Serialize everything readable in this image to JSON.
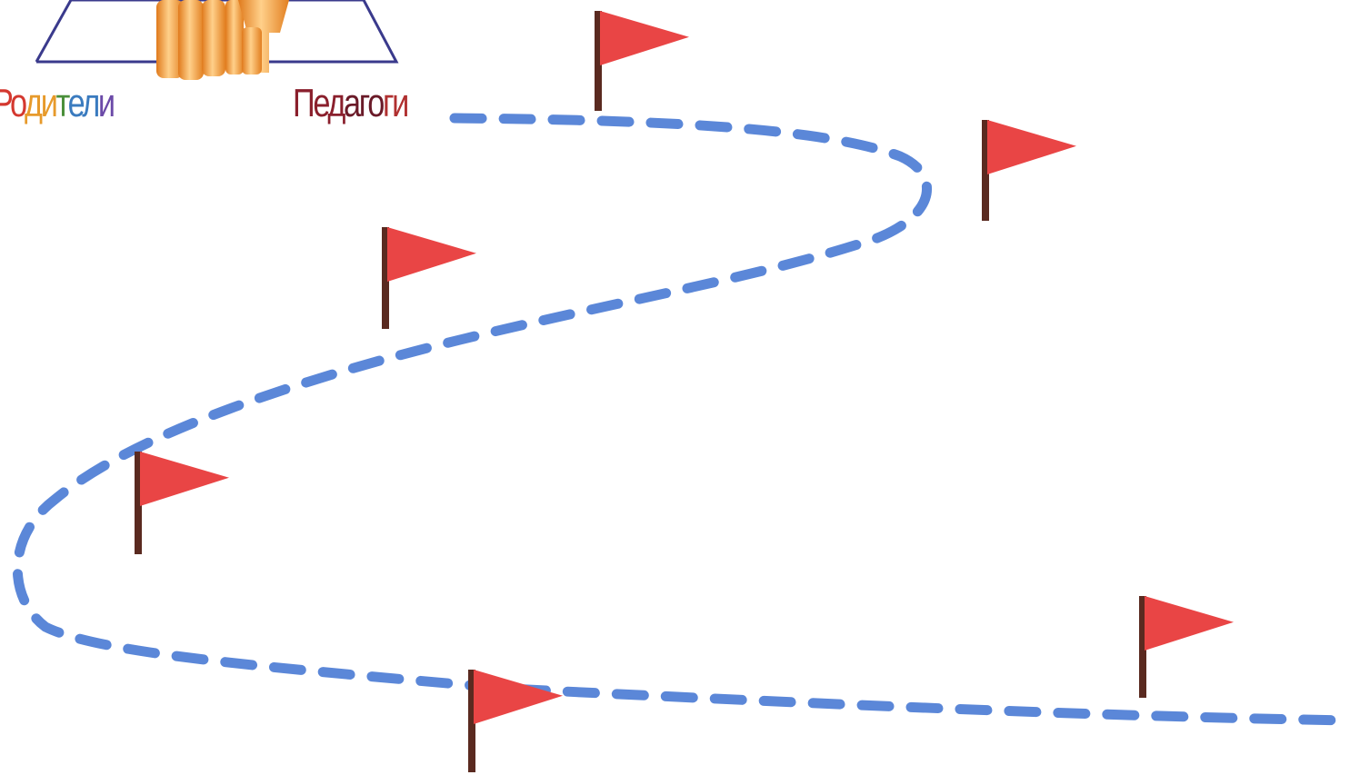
{
  "labels": {
    "parents": "Родители",
    "teachers": "Педагоги"
  },
  "colors": {
    "path": "#5b87d8",
    "flag": "#e94545",
    "pole": "#5a2a20",
    "triangle": "#3a3a8c",
    "figure": "#f5a54a",
    "parents_gradient": [
      "#d4382f",
      "#e79a2b",
      "#4a8f3a",
      "#3a7bbf",
      "#6b4aa8"
    ],
    "teachers_gradient": [
      "#8a1f2c",
      "#6a1a28",
      "#b03030"
    ]
  },
  "icons": [
    "flag-icon",
    "family-figure-icon",
    "triangle-outline"
  ]
}
